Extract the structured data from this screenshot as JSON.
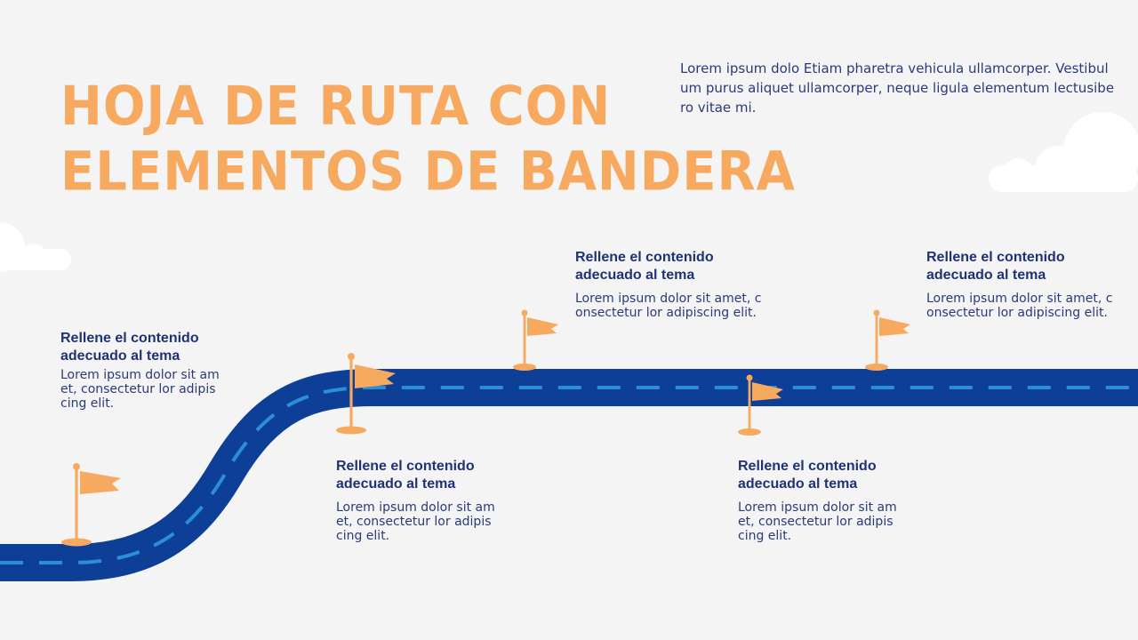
{
  "title_lines": [
    "HOJA DE RUTA CON",
    "ELEMENTOS DE BANDERA"
  ],
  "intro": "Lorem ipsum dolo Etiam pharetra vehicula ullamcorper. Vestibulum purus aliquet ullamcorper, neque ligula elementum lectusibero vitae mi.",
  "steps": [
    {
      "heading_lines": [
        "Rellene el contenido",
        "adecuado al tema"
      ],
      "body": "Lorem ipsum dolor sit amet, consectetur lor adipiscing elit."
    },
    {
      "heading_lines": [
        "Rellene el contenido",
        "adecuado al tema"
      ],
      "body": "Lorem ipsum dolor sit amet, consectetur lor adipiscing elit."
    },
    {
      "heading_lines": [
        "Rellene el contenido",
        "adecuado al tema"
      ],
      "body": "Lorem ipsum dolor sit amet, consectetur lor adipiscing elit."
    },
    {
      "heading_lines": [
        "Rellene el contenido",
        "adecuado al tema"
      ],
      "body": "Lorem ipsum dolor sit amet, consectetur lor adipiscing elit."
    },
    {
      "heading_lines": [
        "Rellene el contenido",
        "adecuado al tema"
      ],
      "body": "Lorem ipsum dolor sit amet, consectetur lor adipiscing elit."
    }
  ],
  "colors": {
    "title": "#f7a960",
    "heading": "#1f3275",
    "body_text": "#2a3a7a",
    "road": "#0d3f97",
    "road_dash": "#2b8fd6",
    "flag": "#f7a960",
    "cloud": "#ffffff"
  }
}
